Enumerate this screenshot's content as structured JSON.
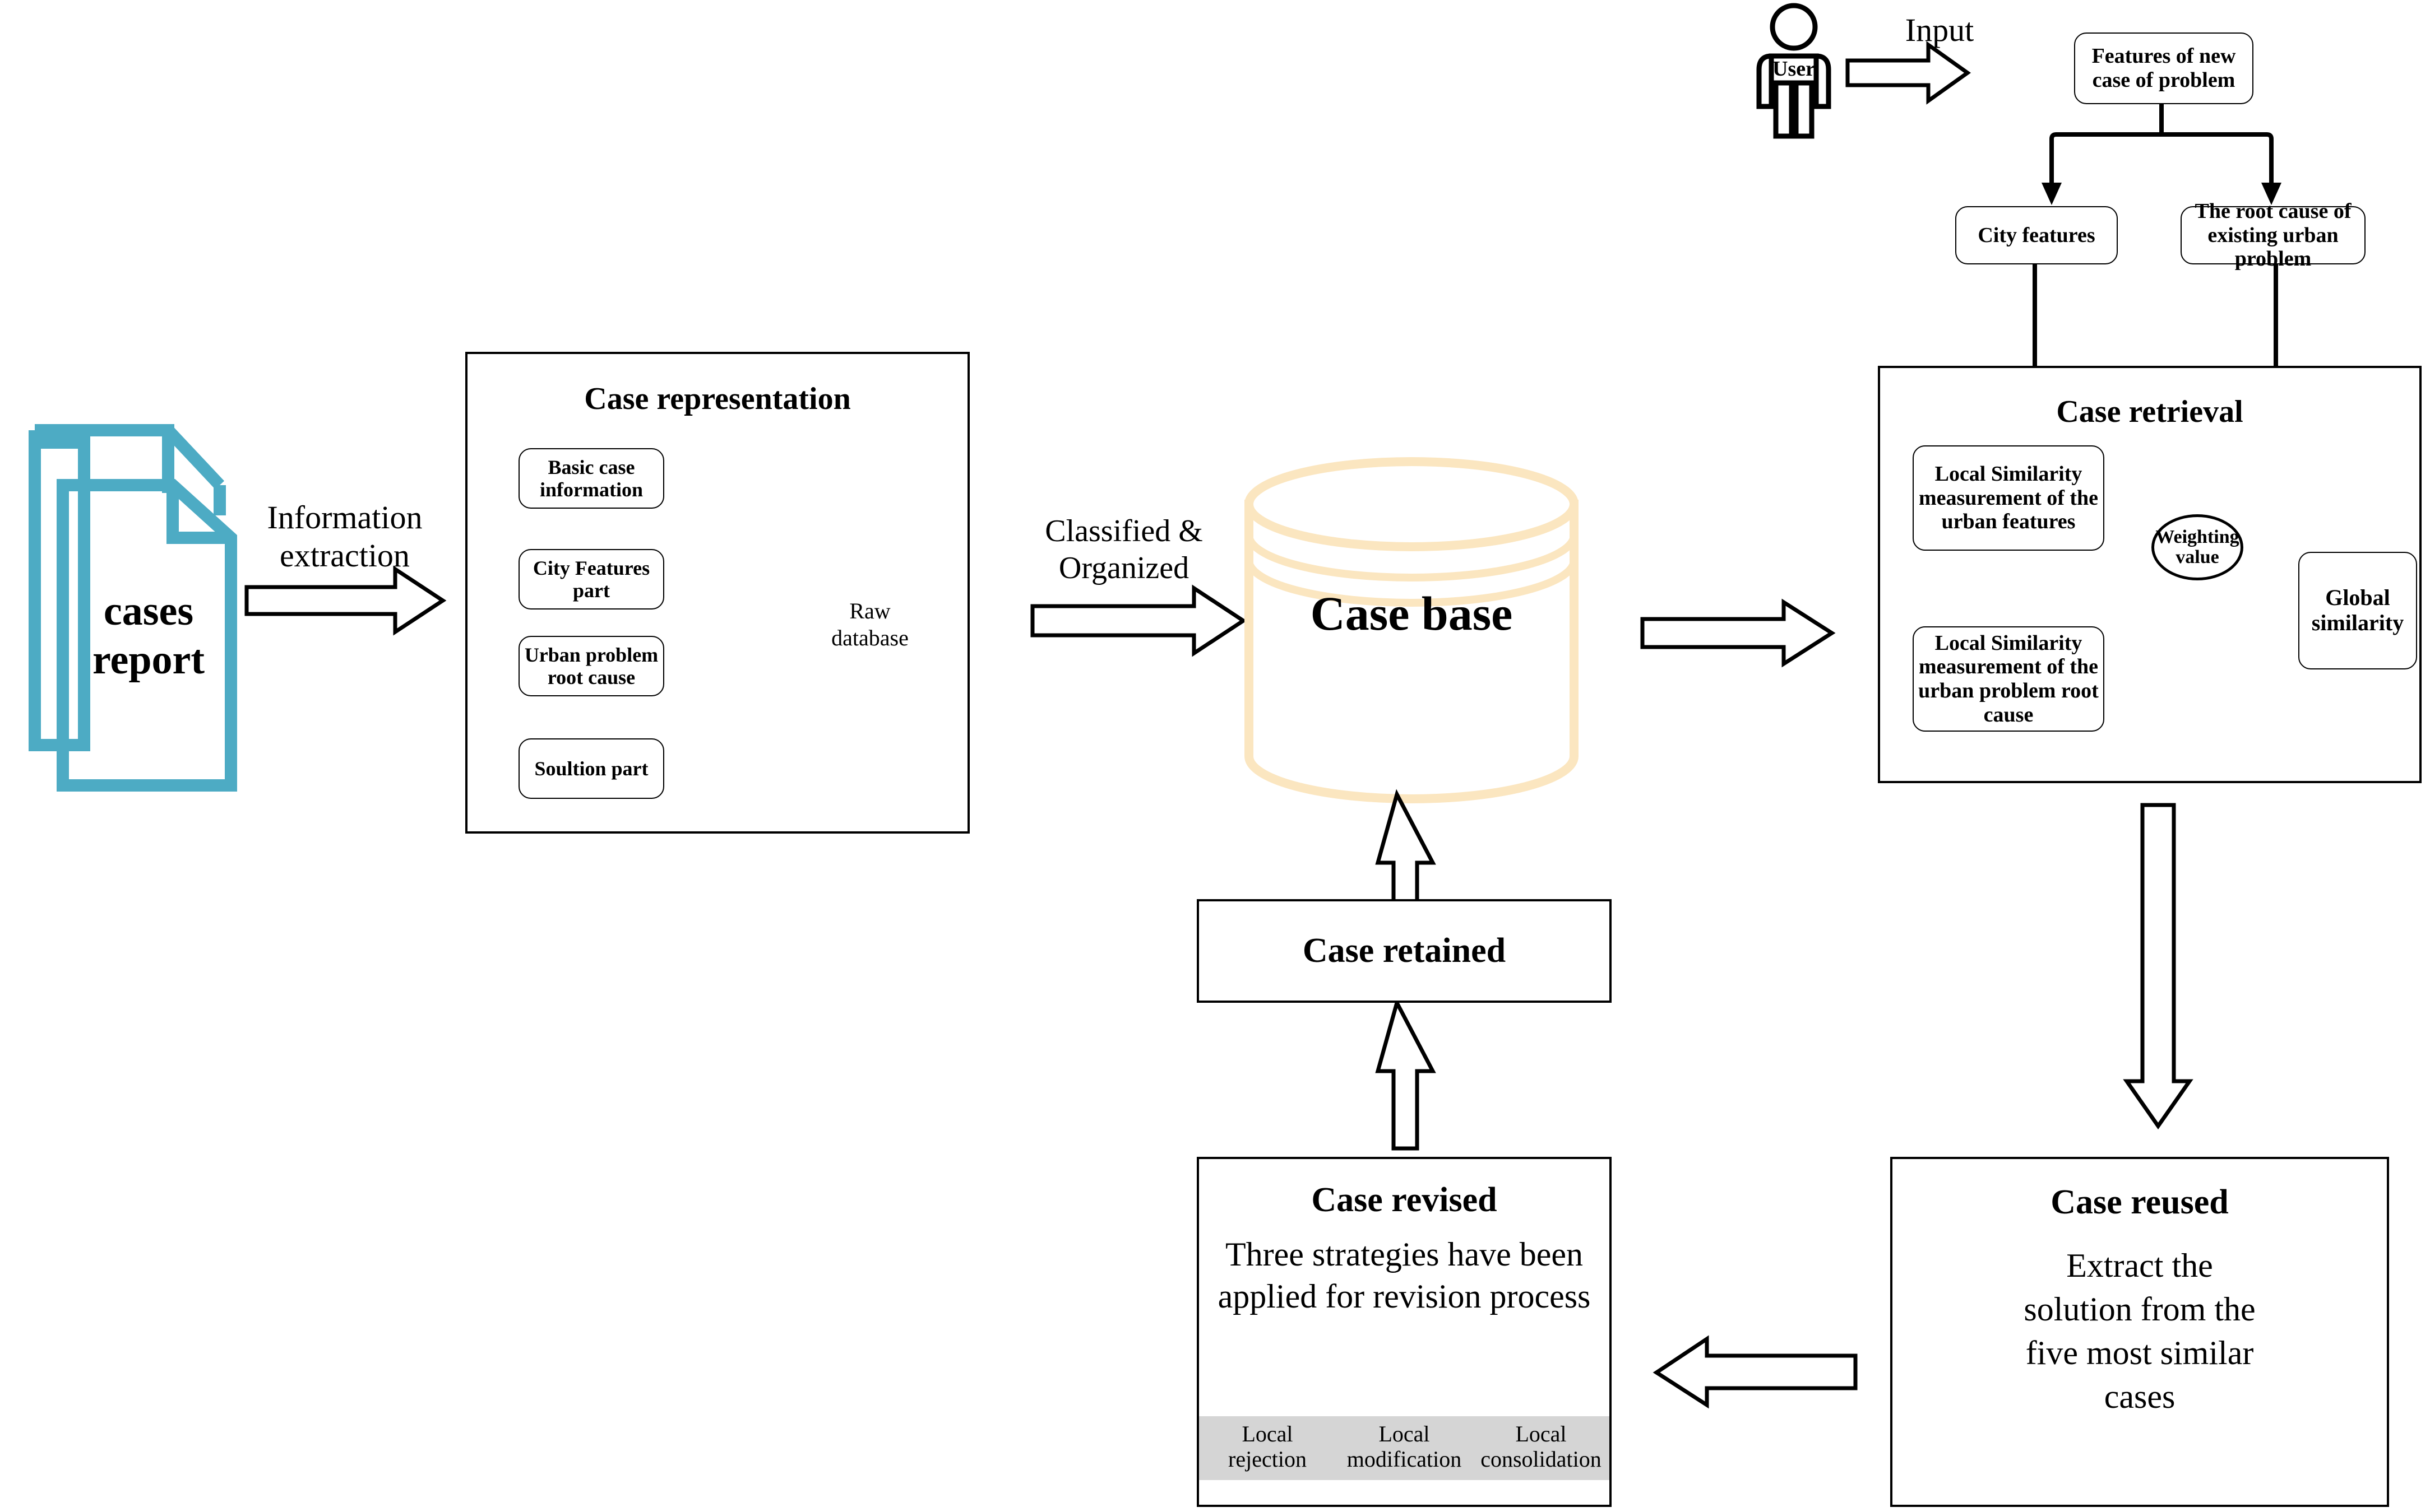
{
  "diagram": {
    "title": "Case-Based Reasoning workflow for urban problem cases",
    "colors": {
      "report_icon": "#4DABC4",
      "cylinder": "#FBE6C0",
      "strategy_strip": "#D5D5D5",
      "line": "#000000",
      "background": "#FFFFFF"
    }
  },
  "source": {
    "report_label_line1": "cases",
    "report_label_line2": "report",
    "arrow_label_line1": "Information",
    "arrow_label_line2": "extraction"
  },
  "case_representation": {
    "title": "Case representation",
    "parts": [
      {
        "label": "Basic case information"
      },
      {
        "label": "City Features part"
      },
      {
        "label": "Urban problem root cause"
      },
      {
        "label": "Soultion part"
      }
    ],
    "output": {
      "label": "Raw database"
    }
  },
  "to_case_base": {
    "arrow_label_line1": "Classified &",
    "arrow_label_line2": "Organized"
  },
  "case_base": {
    "label": "Case base"
  },
  "input_flow": {
    "actor_label": "User",
    "arrow_label": "Input",
    "new_case": "Features of new case of problem",
    "branches": [
      {
        "label": "City features"
      },
      {
        "label": "The root cause of existing urban problem"
      }
    ]
  },
  "case_retrieval": {
    "title": "Case retrieval",
    "local_similarity_features": "Local Similarity measurement of the urban features",
    "local_similarity_root_cause": "Local Similarity measurement of the urban problem root cause",
    "weighting": "Weighting value",
    "global_similarity": "Global similarity"
  },
  "case_reused": {
    "title": "Case reused",
    "body": "Extract the solution from the five most similar cases"
  },
  "case_revised": {
    "title": "Case revised",
    "body": "Three strategies have been applied for revision process",
    "strategies": [
      {
        "line1": "Local",
        "line2": "rejection"
      },
      {
        "line1": "Local",
        "line2": "modification"
      },
      {
        "line1": "Local",
        "line2": "consolidation"
      }
    ]
  },
  "case_retained": {
    "title": "Case retained"
  }
}
